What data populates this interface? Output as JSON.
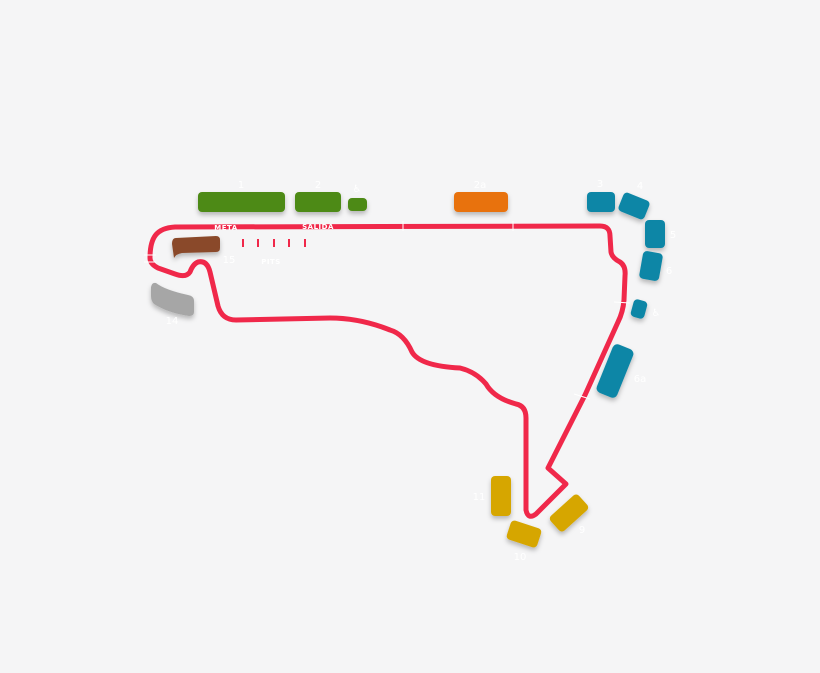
{
  "colors": {
    "background": "#f5f5f6",
    "track": "#f0284a",
    "green": "#4e8a12",
    "orange": "#e8720c",
    "teal": "#0e86a6",
    "gold": "#d6a600",
    "brown": "#8a4a2c",
    "gray": "#a6a6a6"
  },
  "track_labels": {
    "finish": "META",
    "start": "SALIDA",
    "pits": "PITS"
  },
  "stands": [
    {
      "label": "1",
      "color": "green"
    },
    {
      "label": "2",
      "color": "green"
    },
    {
      "label": "accessible-icon",
      "color": "green"
    },
    {
      "label": "2a",
      "color": "orange"
    },
    {
      "label": "3",
      "color": "teal"
    },
    {
      "label": "4",
      "color": "teal"
    },
    {
      "label": "5",
      "color": "teal"
    },
    {
      "label": "6",
      "color": "teal"
    },
    {
      "label": "accessible-icon",
      "color": "teal"
    },
    {
      "label": "6a",
      "color": "teal"
    },
    {
      "label": "9",
      "color": "gold"
    },
    {
      "label": "10",
      "color": "gold"
    },
    {
      "label": "11",
      "color": "gold"
    },
    {
      "label": "14",
      "color": "gray"
    },
    {
      "label": "15",
      "color": "brown"
    }
  ]
}
